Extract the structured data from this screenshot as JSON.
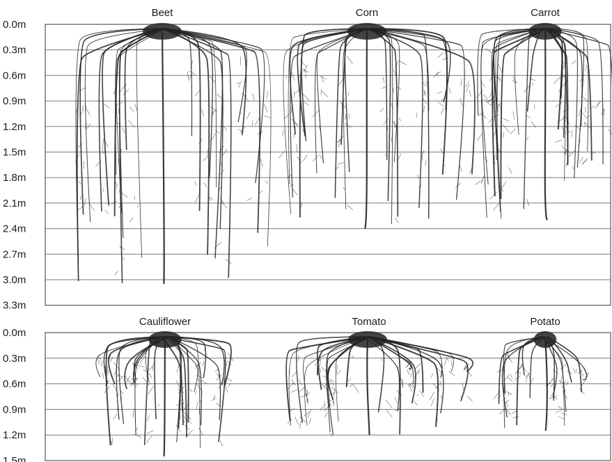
{
  "colors": {
    "root": "#222222",
    "grid": "#7a7a7a",
    "frame": "#555555",
    "text": "#1a1a1a"
  },
  "panels": [
    {
      "depth_labels": [
        "0.0m",
        "0.3m",
        "0.6m",
        "0.9m",
        "1.2m",
        "1.5m",
        "1.8m",
        "2.1m",
        "2.4m",
        "2.7m",
        "3.0m",
        "3.3m"
      ],
      "plants": [
        {
          "name": "Beet",
          "depth_m": 3.05,
          "spread": "wide"
        },
        {
          "name": "Corn",
          "depth_m": 2.4,
          "spread": "wide"
        },
        {
          "name": "Carrot",
          "depth_m": 2.3,
          "spread": "medium"
        }
      ]
    },
    {
      "depth_labels": [
        "0.0m",
        "0.3m",
        "0.6m",
        "0.9m",
        "1.2m",
        "1.5m"
      ],
      "plants": [
        {
          "name": "Cauliflower",
          "depth_m": 1.45,
          "spread": "medium"
        },
        {
          "name": "Tomato",
          "depth_m": 1.2,
          "spread": "wide"
        },
        {
          "name": "Potato",
          "depth_m": 1.15,
          "spread": "narrow"
        }
      ]
    }
  ]
}
